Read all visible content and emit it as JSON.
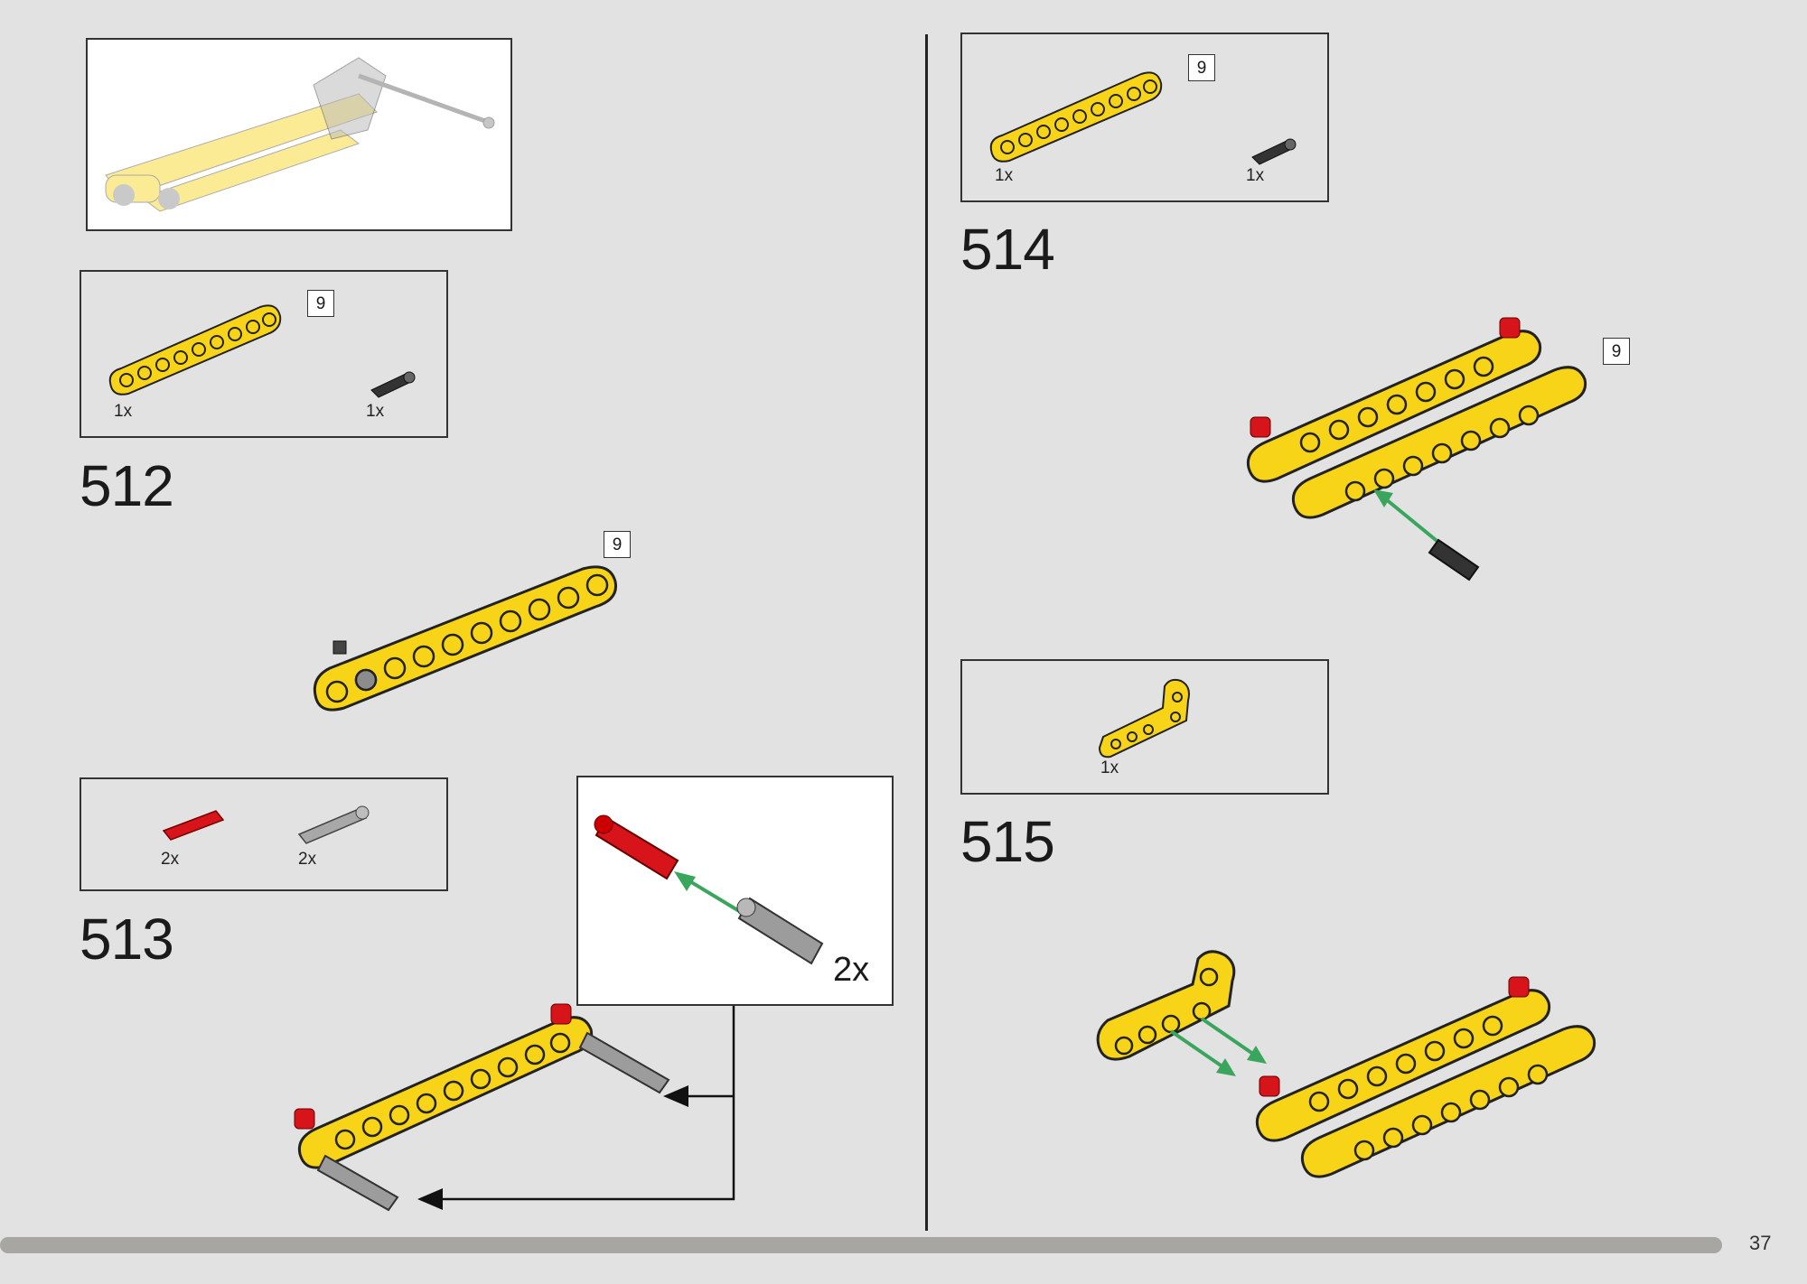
{
  "page_number": "37",
  "beam_length_label": "9",
  "parts_boxes": {
    "step_512": {
      "items": [
        {
          "qty": "1x",
          "part": "yellow-9-beam"
        },
        {
          "qty": "1x",
          "part": "black-pin-with-axle"
        }
      ]
    },
    "step_513": {
      "items": [
        {
          "qty": "2x",
          "part": "red-axle-pin"
        },
        {
          "qty": "2x",
          "part": "grey-long-pin"
        }
      ]
    },
    "step_514": {
      "items": [
        {
          "qty": "1x",
          "part": "yellow-9-beam"
        },
        {
          "qty": "1x",
          "part": "black-pin-with-axle"
        }
      ]
    },
    "step_515": {
      "items": [
        {
          "qty": "1x",
          "part": "yellow-l-beam"
        }
      ]
    }
  },
  "steps": {
    "s512": "512",
    "s513": "513",
    "s514": "514",
    "s515": "515"
  },
  "sub_assembly_multiplier": "2x",
  "colors": {
    "beam_yellow": "#f7d417",
    "pin_red": "#d7141a",
    "pin_grey": "#9c9c9c",
    "pin_black": "#333333",
    "arrow_green": "#3aa55c",
    "background": "#e2e2e2"
  }
}
